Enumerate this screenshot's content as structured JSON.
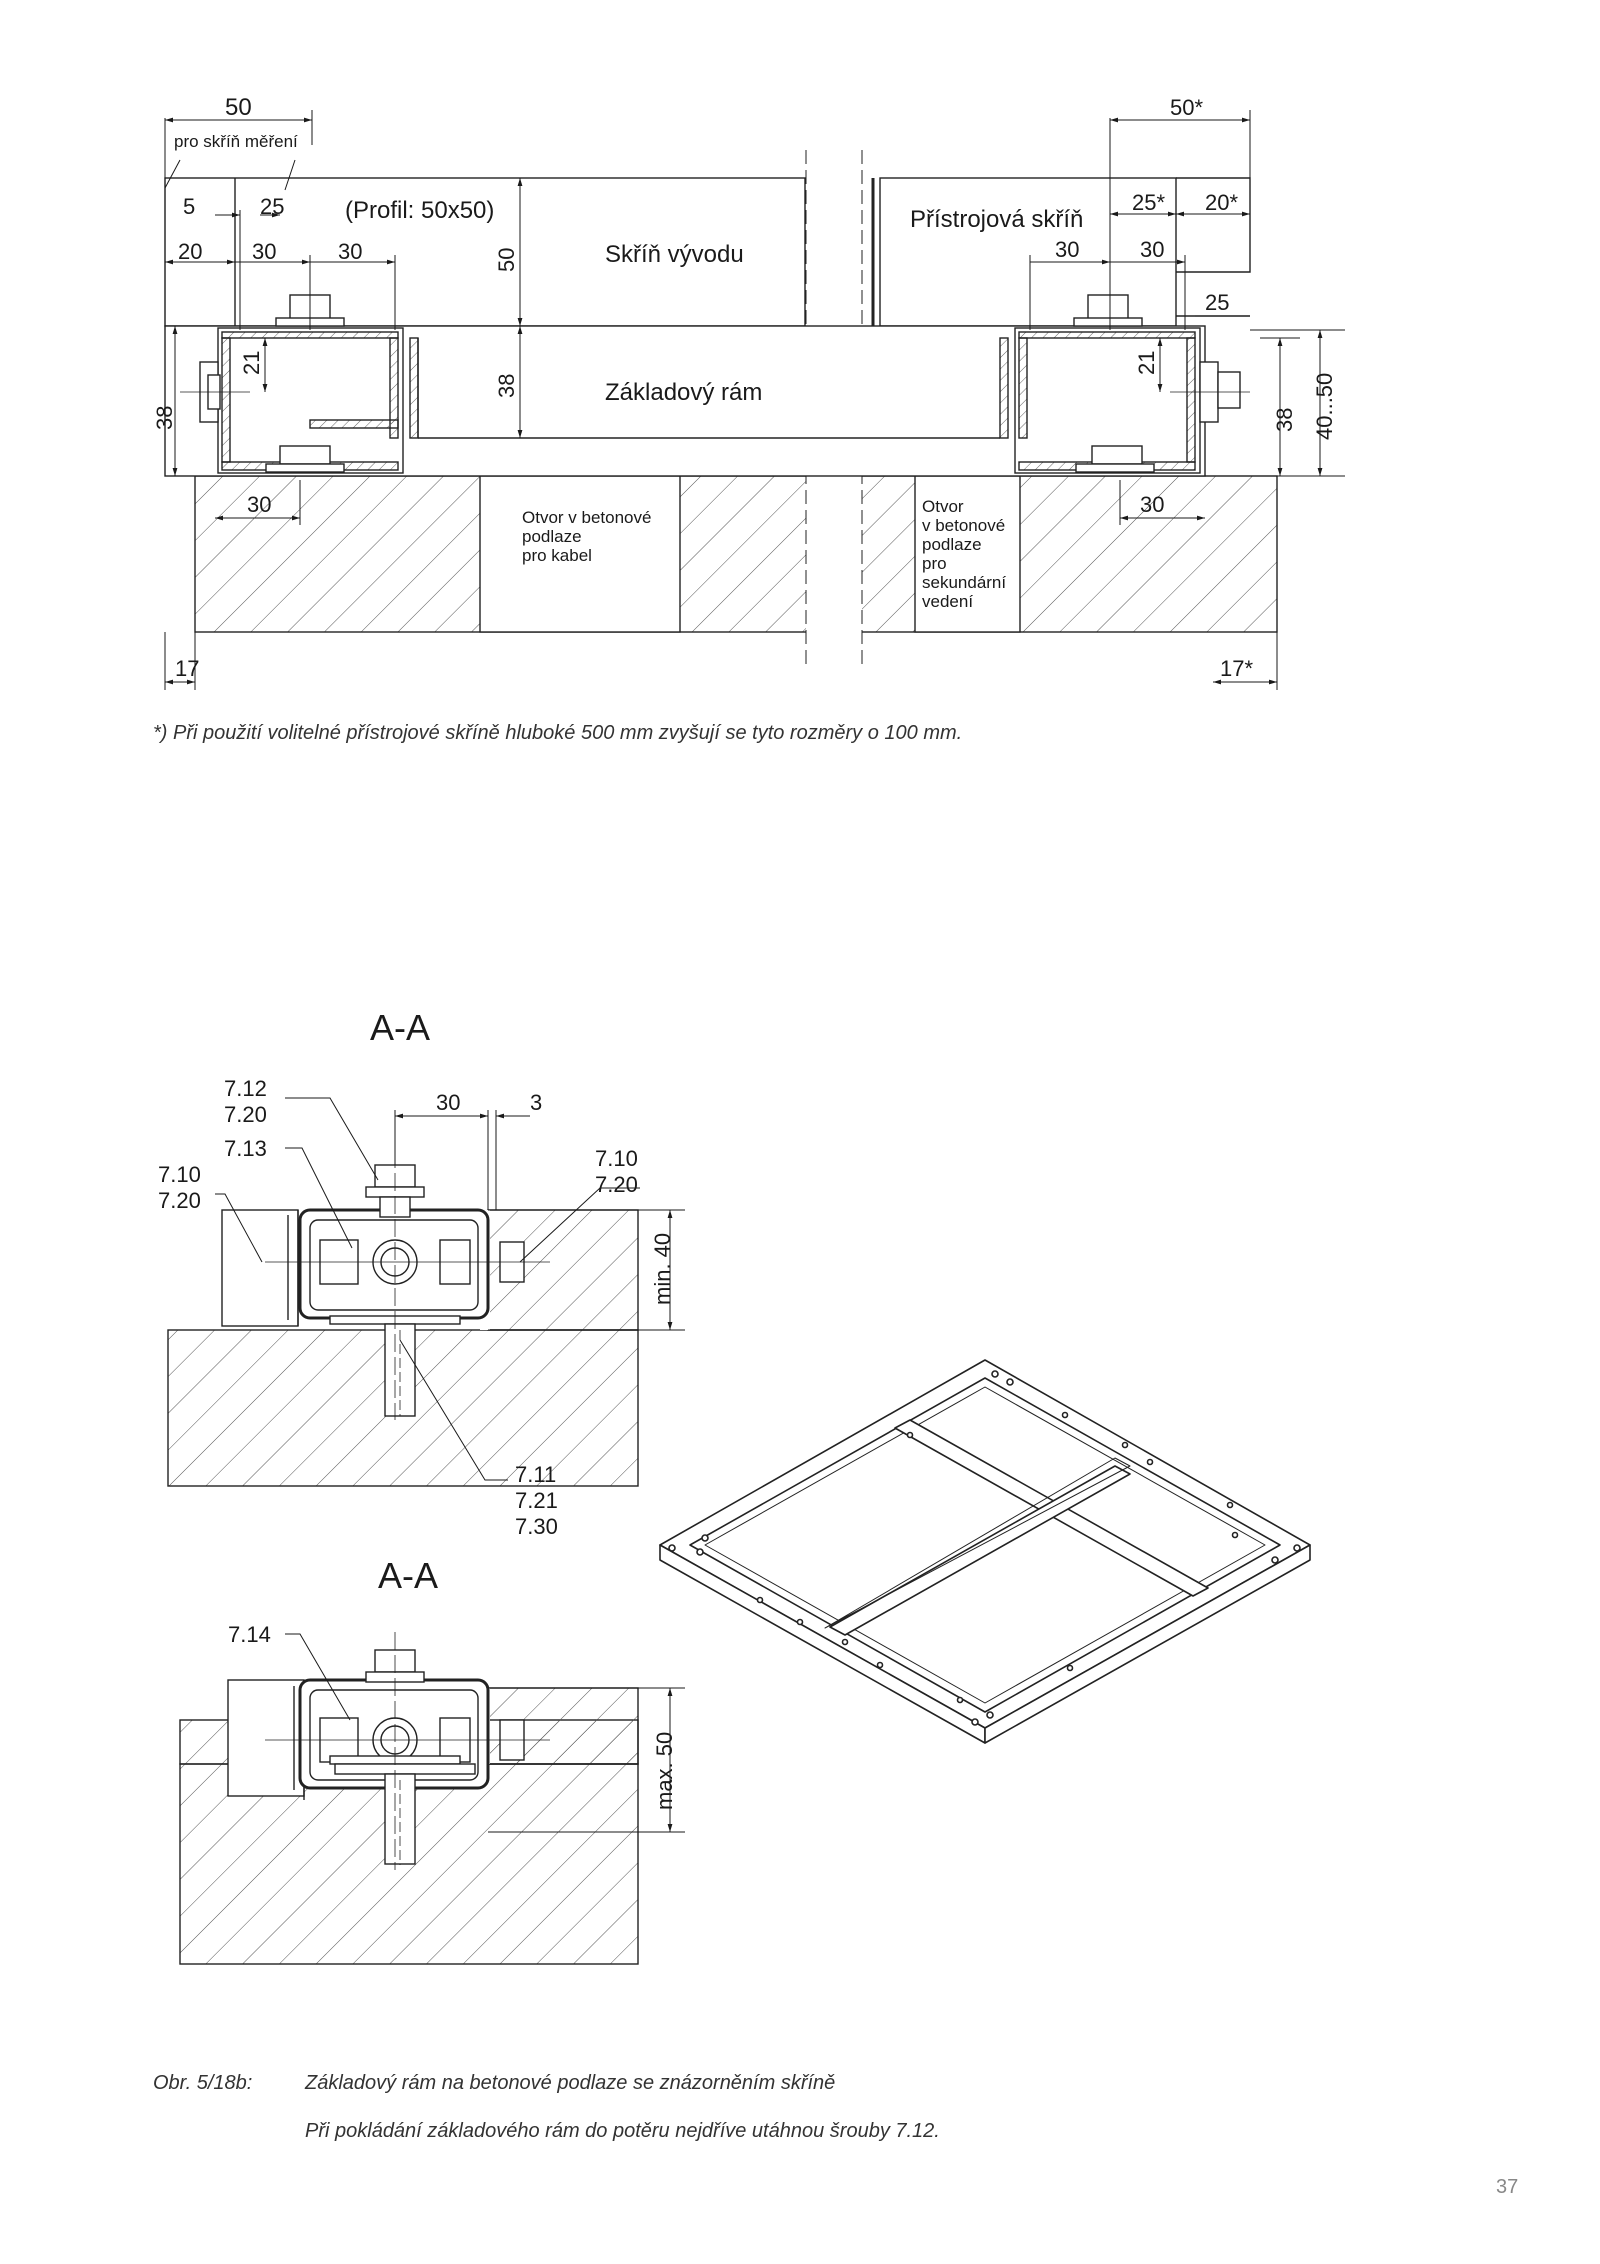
{
  "top_drawing": {
    "dims": {
      "d50_top_left": "50",
      "measure_cabinet": "pro skříň měření",
      "d5": "5",
      "d25_left": "25",
      "profile": "(Profil: 50x50)",
      "d20_left": "20",
      "d30_left_a": "30",
      "d30_left_b": "30",
      "d50_vertical": "50",
      "d38_vertical_mid": "38",
      "d21_left": "21",
      "d38_left": "38",
      "d30_bottom_left": "30",
      "d17_left": "17",
      "d50_star": "50*",
      "d25_star": "25*",
      "d20_star": "20*",
      "d30_right_a": "30",
      "d30_right_b": "30",
      "d25_right": "25",
      "d21_right": "21",
      "d38_right": "38",
      "d40_50": "40...50",
      "d30_bottom_right": "30",
      "d17_star": "17*"
    },
    "labels": {
      "outlet_cabinet": "Skříň vývodu",
      "instrument_cabinet": "Přístrojová skříň",
      "base_frame": "Základový rám",
      "hole_cable": [
        "Otvor v betonové",
        "podlaze",
        "pro kabel"
      ],
      "hole_secondary": [
        "Otvor",
        "v betonové",
        "podlaze",
        "pro",
        "sekundární",
        "vedení"
      ]
    },
    "footnote": "*) Při použití volitelné přístrojové skříně hluboké 500 mm zvyšují se tyto rozměry o 100 mm."
  },
  "section_top": {
    "title": "A-A",
    "refs": {
      "r712": "7.12",
      "r720a": "7.20",
      "r713": "7.13",
      "r710a": "7.10",
      "r720b": "7.20",
      "r710b": "7.10",
      "r720c": "7.20",
      "r711": "7.11",
      "r721": "7.21",
      "r730": "7.30"
    },
    "dims": {
      "d30": "30",
      "d3": "3",
      "min40": "min. 40"
    }
  },
  "section_bottom": {
    "title": "A-A",
    "refs": {
      "r714": "7.14"
    },
    "dims": {
      "max50": "max. 50"
    }
  },
  "caption": {
    "number": "Obr. 5/18b:",
    "line1": "Základový rám na betonové podlaze se znázorněním skříně",
    "line2": "Při pokládání základového rám do potěru nejdříve utáhnou šrouby 7.12."
  },
  "page_number": "37"
}
